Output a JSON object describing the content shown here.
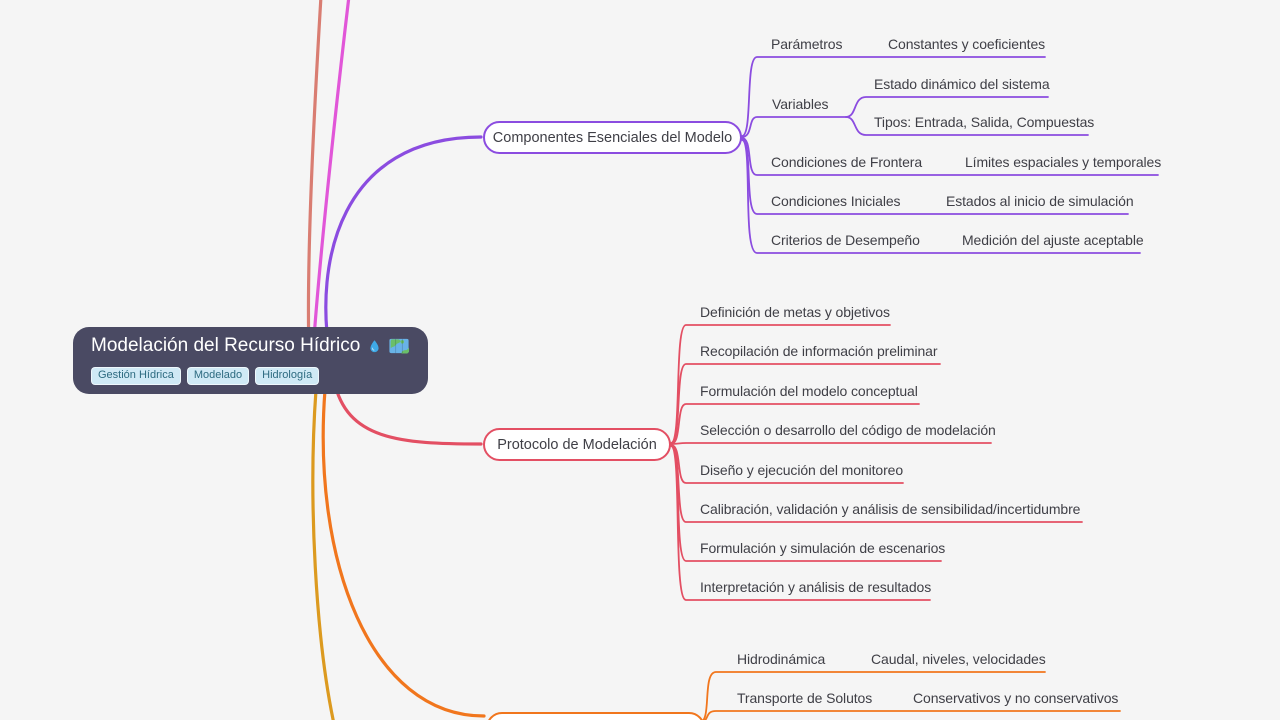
{
  "root": {
    "title": "Modelación del Recurso Hídrico",
    "icons": [
      "droplet-icon",
      "world-map-icon"
    ],
    "tags": [
      "Gestión Hídrica",
      "Modelado",
      "Hidrología"
    ]
  },
  "branches": [
    {
      "id": "componentes",
      "label": "Componentes Esenciales del Modelo",
      "children": [
        {
          "label": "Parámetros",
          "children": [
            {
              "label": "Constantes y coeficientes"
            }
          ]
        },
        {
          "label": "Variables",
          "children": [
            {
              "label": "Estado dinámico del sistema"
            },
            {
              "label": "Tipos: Entrada, Salida, Compuestas"
            }
          ]
        },
        {
          "label": "Condiciones de Frontera",
          "children": [
            {
              "label": "Límites espaciales y temporales"
            }
          ]
        },
        {
          "label": "Condiciones Iniciales",
          "children": [
            {
              "label": "Estados al inicio de simulación"
            }
          ]
        },
        {
          "label": "Criterios de Desempeño",
          "children": [
            {
              "label": "Medición del ajuste aceptable"
            }
          ]
        }
      ]
    },
    {
      "id": "protocolo",
      "label": "Protocolo de Modelación",
      "children": [
        {
          "label": "Definición de metas y objetivos"
        },
        {
          "label": "Recopilación de información preliminar"
        },
        {
          "label": "Formulación del modelo conceptual"
        },
        {
          "label": "Selección o desarrollo del código de modelación"
        },
        {
          "label": "Diseño y ejecución del monitoreo"
        },
        {
          "label": "Calibración, validación y análisis de sensibilidad/incertidumbre"
        },
        {
          "label": "Formulación y simulación de escenarios"
        },
        {
          "label": "Interpretación y análisis de resultados"
        }
      ]
    },
    {
      "id": "procesos-bottom-cutoff",
      "label": "",
      "children": [
        {
          "label": "Hidrodinámica",
          "children": [
            {
              "label": "Caudal, niveles, velocidades"
            }
          ]
        },
        {
          "label": "Transporte de Solutos",
          "children": [
            {
              "label": "Conservativos y no conservativos"
            }
          ]
        }
      ]
    }
  ],
  "colors": {
    "background": "#f5f5f5",
    "label_text": "#3f3f46",
    "root_fill": "#4a4a63",
    "root_text": "#ffffff",
    "tag_bg": "#cfe9f5",
    "tag_text": "#2d6b80",
    "componentes": "#8b4ce0",
    "protocolo": "#e34f63",
    "procesos": "#f1761d",
    "top_link_salmon": "#d97d72",
    "top_link_magenta": "#e156d8",
    "bottom_link_amber": "#dc9a1f",
    "droplet_icon": "#3fa9e6",
    "map_icon_water": "#69b3e7",
    "map_icon_land": "#6abf69"
  }
}
